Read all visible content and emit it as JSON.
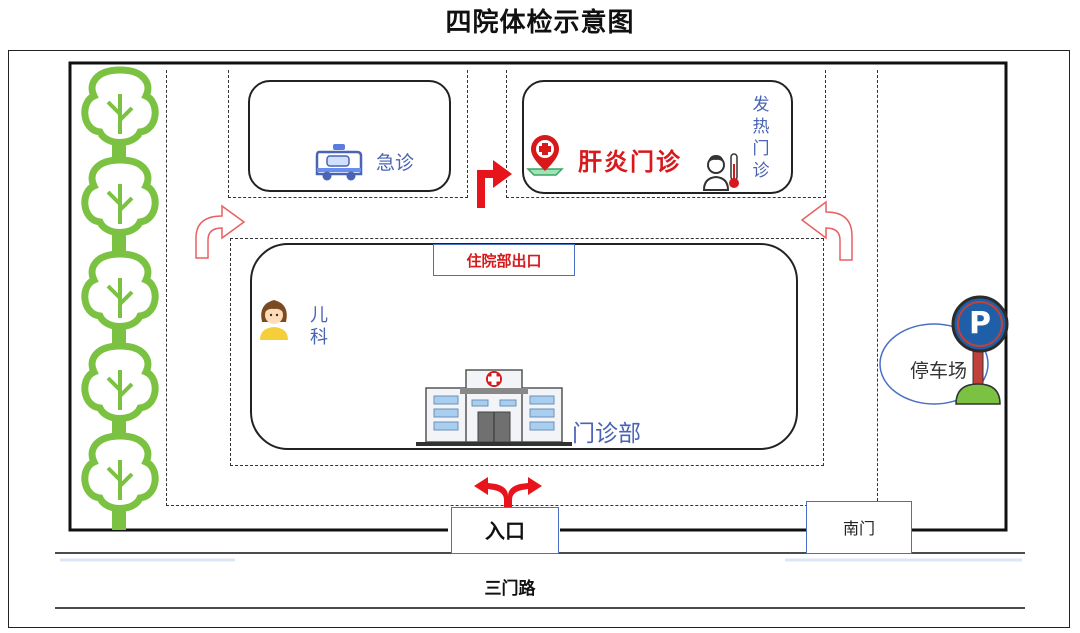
{
  "title": "四院体检示意图",
  "labels": {
    "emergency": "急诊",
    "liver_clinic": "肝炎门诊",
    "fever_clinic": [
      "发",
      "热",
      "门",
      "诊"
    ],
    "inpatient_exit": "住院部出口",
    "pediatrics": [
      "儿",
      "科"
    ],
    "outpatient": "门诊部",
    "parking": "停车场",
    "parking_sign": "P",
    "entrance": "入口",
    "south_gate": "南门",
    "road": "三门路"
  },
  "colors": {
    "accent_red": "#d7191c",
    "label_blue": "#4a64b4",
    "tree_green": "#7cc242",
    "parking_blue": "#1f5fa8"
  },
  "icons": [
    "ambulance-icon",
    "hospital-pin-icon",
    "doctor-thermometer-icon",
    "child-icon",
    "hospital-building-icon",
    "parking-sign-icon",
    "tree-icon",
    "turn-arrow-icon",
    "split-arrow-icon"
  ]
}
